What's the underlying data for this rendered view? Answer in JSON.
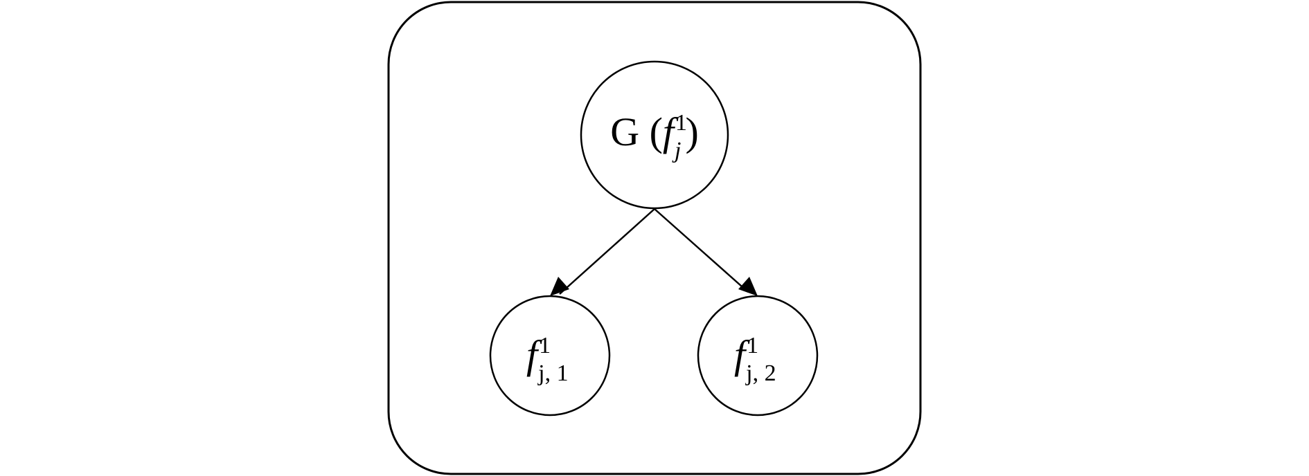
{
  "diagram": {
    "nodes": [
      {
        "id": "root",
        "prefix": "G (",
        "base": "f",
        "superscript": "1",
        "subscript": "j",
        "suffix": ")"
      },
      {
        "id": "left",
        "base": "f",
        "superscript": "1",
        "subscript": "j, 1"
      },
      {
        "id": "right",
        "base": "f",
        "superscript": "1",
        "subscript": "j, 2"
      }
    ],
    "edges": [
      {
        "from": "root",
        "to": "left"
      },
      {
        "from": "root",
        "to": "right"
      }
    ],
    "colors": {
      "stroke": "#000000",
      "fill": "#ffffff",
      "text": "#000000"
    }
  }
}
